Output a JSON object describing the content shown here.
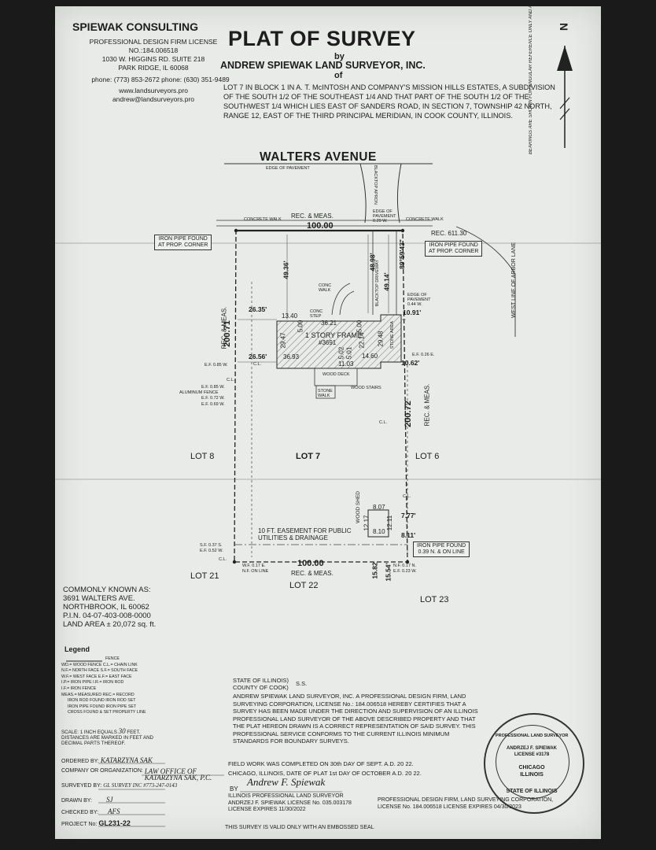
{
  "firm": {
    "name": "SPIEWAK CONSULTING",
    "license_title": "PROFESSIONAL DESIGN FIRM LICENSE",
    "license_no": "NO.:184.006518",
    "address1": "1030 W. HIGGINS RD. SUITE 218",
    "address2": "PARK RIDGE, IL 60068",
    "phone": "phone: (773) 853-2672 phone: (630) 351-9489",
    "web": "www.landsurveyors.pro",
    "email": "andrew@landsurveyors.pro"
  },
  "header": {
    "title": "PLAT OF SURVEY",
    "by": "by",
    "surveyor": "ANDREW SPIEWAK LAND SURVEYOR, INC.",
    "of": "of",
    "legal_description": "LOT 7 IN BLOCK 1 IN A. T. McINTOSH AND COMPANY'S MISSION HILLS ESTATES, A SUBDIVISION OF THE SOUTH 1/2 OF THE SOUTHEAST 1/4 AND THAT PART OF THE SOUTH 1/2 OF THE SOUTHWEST 1/4 WHICH LIES EAST OF SANDERS ROAD, IN SECTION 7, TOWNSHIP 42 NORTH, RANGE 12, EAST OF THE THIRD PRINCIPAL MERIDIAN, IN COOK COUNTY, ILLINOIS.",
    "bearing_note": "BEARINGS ARE SHOWN FOR ANGULAR REFERENCE ONLY AND ARE NOT TO TRUE OR MAGNETIC NORTH.",
    "north": "N"
  },
  "plat": {
    "street": "WALTERS AVENUE",
    "edge_pavement": "EDGE OF PAVEMENT",
    "blacktop_apron": "BLACKTOP APRON",
    "edge_pavement2": "EDGE OF PAVEMENT 0.29 W.",
    "concrete_walk_l": "CONCRETE WALK",
    "concrete_walk_r": "CONCRETE WALK",
    "rec_meas_top": "REC. & MEAS.",
    "front_width": "100.00",
    "iron_pipe_left": "IRON PIPE FOUND\nAT PROP. CORNER",
    "iron_pipe_right": "IRON PIPE FOUND\nAT PROP. CORNER",
    "rec_right": "REC. 611.30",
    "arbor_lane": "WEST LINE OF ARBOR LANE",
    "setback_left": "49.36'",
    "setback_mid": "48.98'",
    "setback_right": "49.14'",
    "bearing": "89°59'43\"",
    "blacktop_driveway": "BLACKTOP DRIVEWAY",
    "conc_walk": "CONC WALK",
    "conc_step": "CONC STEP",
    "edge_pavement3": "EDGE OF PAVEMENT 0.44 W.",
    "side_left_top": "26.35'",
    "side_right_top": "10.91'",
    "side_left_bot": "26.56'",
    "side_right_bot": "10.62'",
    "house_top_a": "13.40",
    "house_top_b": "36.21",
    "house_a": "5.00",
    "house_b": "29.47",
    "house_c": "5.00",
    "house_d": "22.14",
    "house_e": "29.48",
    "house_bot_a": "36.93",
    "house_bot_b": "5.02",
    "house_bot_c": "5.01",
    "house_bot_d": "11.03",
    "house_bot_e": "14.60",
    "stone_area": "STONE AREA",
    "building": "1 STORY FRAME",
    "house_no": "#3691",
    "cl_left": "C.L.",
    "ef_left": "E.F. 0.85 W.",
    "ef_right": "E.F. 0.26 E.",
    "wood_deck": "WOOD DECK",
    "wood_stairs": "WOOD STAIRS",
    "stone_walk": "STONE WALK",
    "ef_a": "E.F. 0.85 W.",
    "alum_fence": "ALUMINUM FENCE",
    "ef_b": "E.F. 0.72 W.",
    "ef_c": "E.F. 0.69 W.",
    "cl2": "C.L.",
    "cl3": "C.L.",
    "left_depth": "200.71",
    "left_rec": "REC. & MEAS.",
    "right_depth": "200.72",
    "right_rec": "REC. & MEAS.",
    "lot8": "LOT 8",
    "lot7": "LOT 7",
    "lot6": "LOT 6",
    "wood_shed": "WOOD SHED",
    "shed_a": "8.07",
    "shed_b": "12.17",
    "shed_c": "8.10",
    "shed_d": "12.11",
    "shed_e": "7.77'",
    "shed_f": "8.11'",
    "cl4": "C.L.",
    "easement": "10 FT. EASEMENT FOR PUBLIC\nUTILITIES & DRAINAGE",
    "iron_pipe_rear": "IRON PIPE FOUND\n0.39 N. & ON LINE",
    "sf": "S.F. 0.37 S.\nE.F. 0.52 W.",
    "wf": "W.F. 0.17 E.\nN.F. ON LINE",
    "nf": "N.F. 0.17 N.\nE.F. 0.23 W.",
    "cl5": "C.L.",
    "rear_width": "100.00",
    "rear_rec": "REC. & MEAS.",
    "rear_a": "15.82",
    "rear_b": "15.54'",
    "lot21": "LOT 21",
    "lot22": "LOT 22",
    "lot23": "LOT 23"
  },
  "known": {
    "title": "COMMONLY KNOWN AS:",
    "address1": "3691 WALTERS AVE.",
    "address2": "NORTHBROOK, IL 60062",
    "pin": "P.I.N. 04-07-403-008-0000",
    "area": "LAND AREA ±   20,072 sq. ft."
  },
  "legend": {
    "title": "Legend",
    "fence": "FENCE",
    "wd": "WD.= WOOD FENCE  C.L.= CHAIN LINK",
    "nf": "N.F.= NORTH FACE  S.F.= SOUTH FACE",
    "wf": "W.F.= WEST FACE   E.F.= EAST FACE",
    "ip": "I.P.= IRON PIPE   I.R.= IRON ROD",
    "if": "I.F.= IRON FENCE",
    "meas": "MEAS.= MEASURED  REC.= RECORD",
    "rod": "IRON ROD FOUND      IRON ROD SET",
    "pipe": "IRON PIPE FOUND     IRON PIPE SET",
    "cross": "CROSS FOUND & SET      PROPERTY LINE"
  },
  "scale": {
    "line1": "SCALE: 1 INCH EQUALS",
    "value": "30",
    "unit": "FEET.",
    "line2": "DISTANCES ARE MARKED IN FEET AND DECIMAL PARTS THEREOF."
  },
  "order": {
    "ordered_label": "ORDERED BY:",
    "ordered": "KATARZYNA SAK",
    "company_label": "COMPANY OR ORGANIZATION:",
    "company": "LAW OFFICE OF KATARZYNA SAK, P.C.",
    "surveyed_label": "SURVEYED BY:",
    "surveyed": "GL SURVEY INC #773-247-0143",
    "drawn_label": "DRAWN BY:",
    "drawn": "SJ",
    "checked_label": "CHECKED BY:",
    "checked": "AFS",
    "project_label": "PROJECT No:",
    "project": "GL231-22"
  },
  "cert": {
    "state": "STATE OF ILLINOIS)",
    "county": "COUNTY OF COOK)",
    "ss": "S.S.",
    "body": "ANDREW SPIEWAK LAND SURVEYOR, INC. A PROFESSIONAL DESIGN FIRM, LAND SURVEYING CORPORATION, LICENSE No.: 184.006518 HEREBY CERTIFIES THAT A SURVEY HAS BEEN MADE UNDER THE DIRECTION AND SUPERVISION OF AN ILLINOIS PROFESSIONAL LAND SURVEYOR OF THE ABOVE DESCRIBED PROPERTY AND THAT THE PLAT HEREON DRAWN IS A CORRECT REPRESENTATION OF SAID SURVEY. THIS PROFESSIONAL SERVICE CONFORMS TO THE CURRENT ILLINOIS MINIMUM STANDARDS FOR BOUNDARY SURVEYS.",
    "field_line": "FIELD WORK WAS COMPLETED ON  30th  DAY OF  SEPT.  A.D. 20 22.",
    "date_line": "CHICAGO, ILLINOIS, DATE OF PLAT  1st  DAY OF  OCTOBER  A.D. 20 22.",
    "by": "BY",
    "signature": "Andrew F. Spiewak",
    "sig1": "ILLINOIS PROFESSIONAL LAND SURVEYOR",
    "sig2": "ANDRZEJ F. SPIEWAK LICENSE No. 035.003178",
    "sig3": "LICENSE EXPIRES 11/30/2022",
    "corp1": "PROFESSIONAL DESIGN FIRM, LAND SURVEYING CORPORATION,",
    "corp2": "LICENSE No. 184.006518 LICENSE EXPIRES 04/30/2023",
    "valid": "THIS SURVEY IS VALID ONLY WITH AN EMBOSSED SEAL"
  },
  "seal": {
    "ring_top": "PROFESSIONAL LAND SURVEYOR",
    "name": "ANDRZEJ F. SPIEWAK",
    "license": "LICENSE #3178",
    "city": "CHICAGO",
    "state": "ILLINOIS",
    "ring_bottom": "STATE OF ILLINOIS"
  }
}
